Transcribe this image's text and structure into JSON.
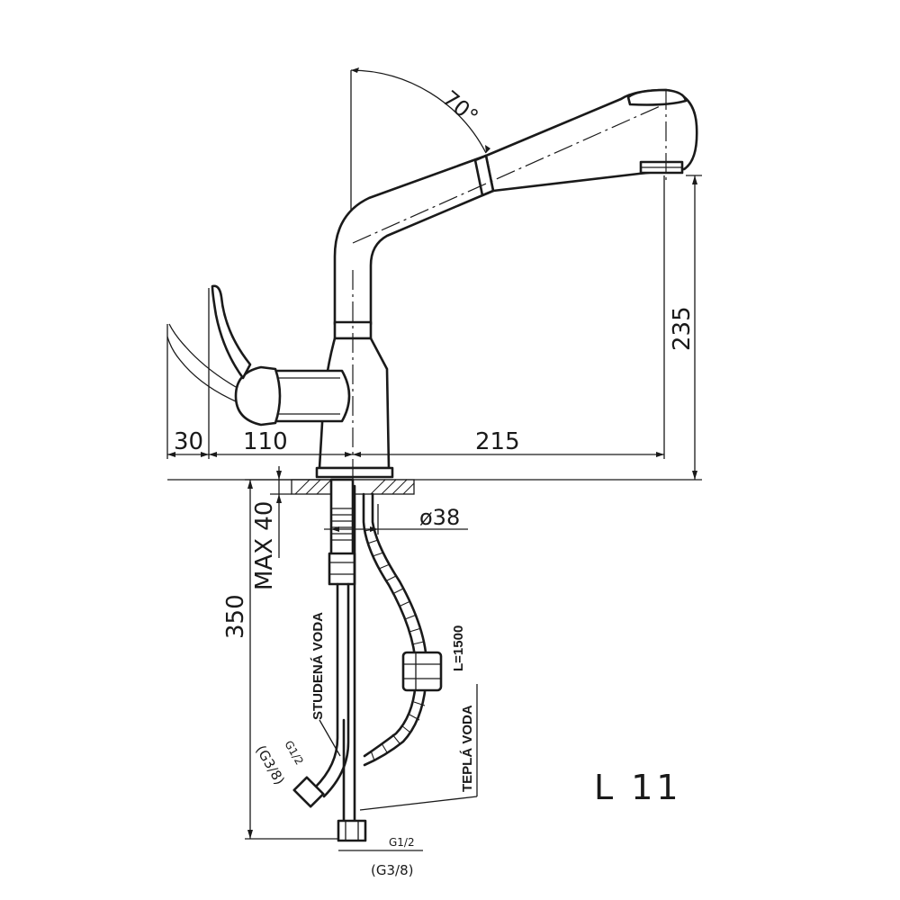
{
  "dimensions": {
    "angle": "70°",
    "height_spout": "235",
    "left_30": "30",
    "left_110": "110",
    "reach_215": "215",
    "diameter": "ø38",
    "max_40": "MAX 40",
    "height_350": "350",
    "hose_length": "L=1500"
  },
  "labels": {
    "cold_water": "STUDENÁ VODA",
    "hot_water": "TEPLÁ VODA",
    "thread_a_top": "G1/2",
    "thread_a_bottom": "(G3/8)",
    "thread_b_top": "G1/2",
    "thread_b_bottom": "(G3/8)"
  },
  "model": "L 11"
}
